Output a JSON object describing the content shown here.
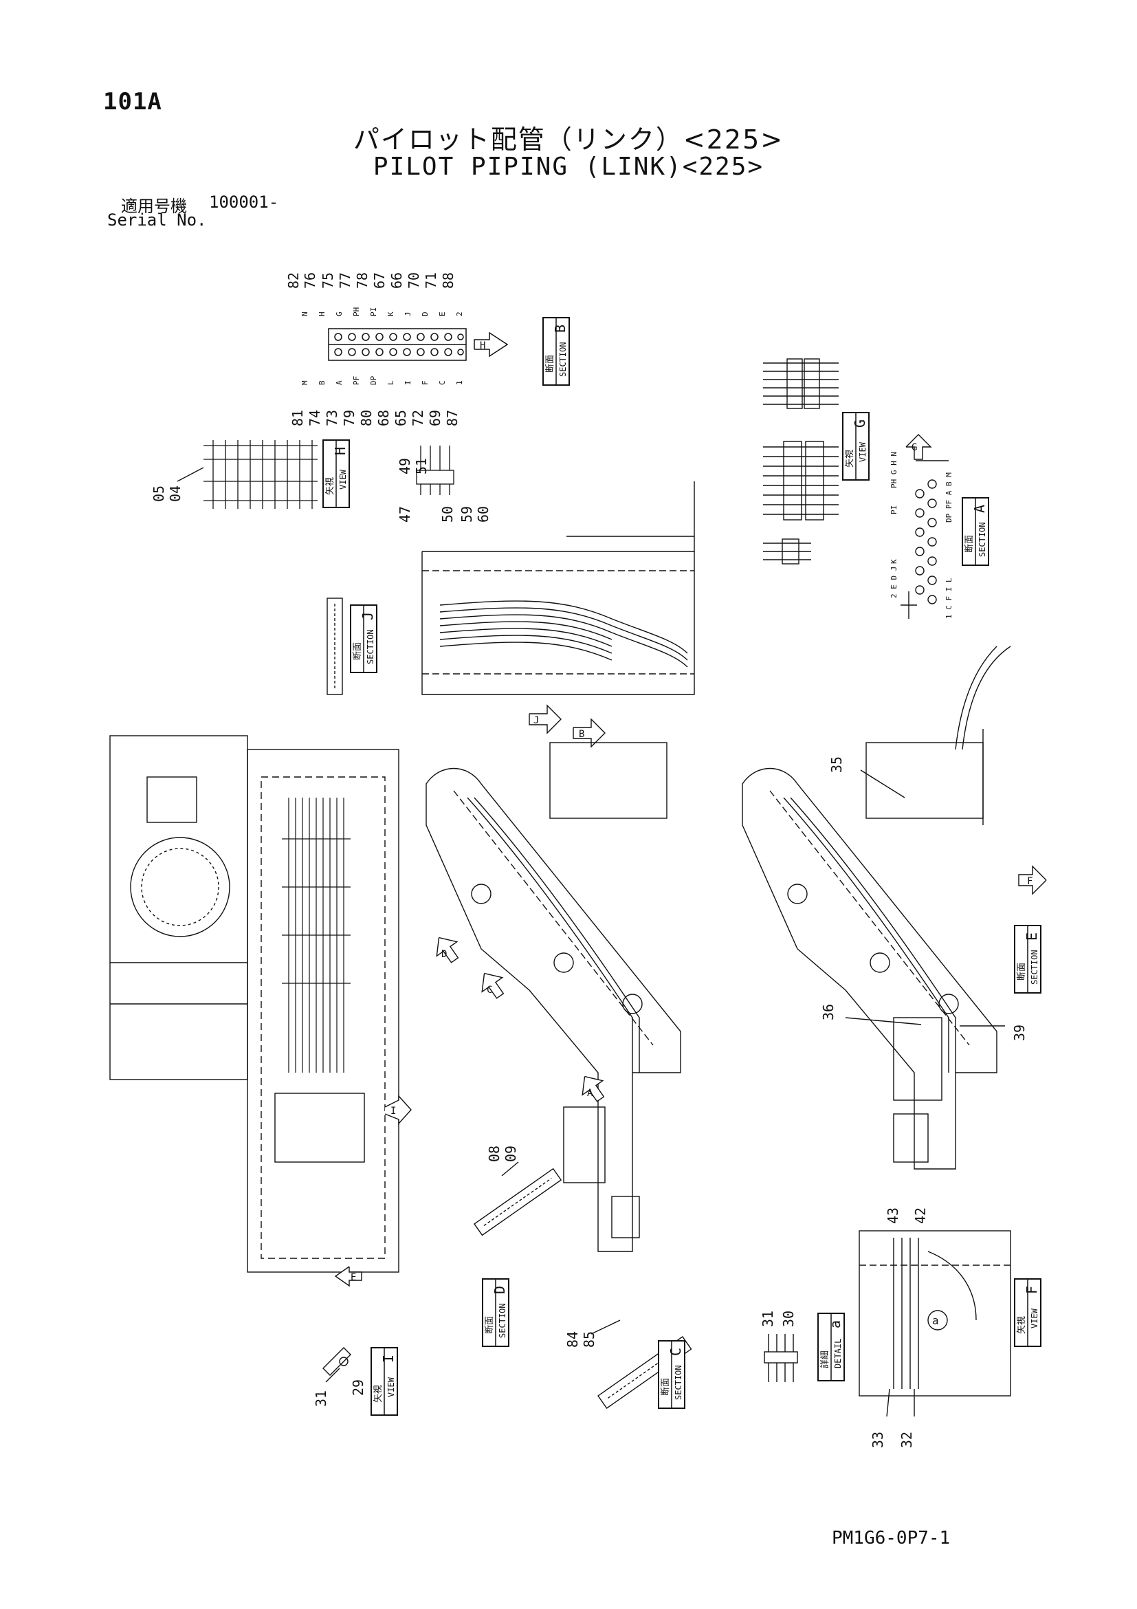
{
  "page_id": "101A",
  "title_jp": "パイロット配管（リンク）<225>",
  "title_en": "PILOT PIPING (LINK)<225>",
  "serial": {
    "label_jp": "適用号機",
    "value": "100001-",
    "label_en": "Serial No."
  },
  "footer_code": "PM1G6-0P7-1",
  "section_b_top_numbers": [
    "82",
    "76",
    "75",
    "77",
    "78",
    "67",
    "66",
    "70",
    "71",
    "88"
  ],
  "section_b_top_letters": [
    "N",
    "H",
    "G",
    "PH",
    "PI",
    "K",
    "J",
    "D",
    "E",
    "2"
  ],
  "section_b_bottom_numbers": [
    "81",
    "74",
    "73",
    "79",
    "80",
    "68",
    "65",
    "72",
    "69",
    "87"
  ],
  "section_b_bottom_letters": [
    "M",
    "B",
    "A",
    "PF",
    "DP",
    "L",
    "I",
    "F",
    "C",
    "1"
  ],
  "section_a_letters": [
    "2 E D J",
    "K",
    "PI",
    "PH G H N",
    "1 C F I L",
    "DP PF A B M"
  ],
  "boxes": {
    "section_b": {
      "jp": "断面",
      "en": "SECTION",
      "letter": "B"
    },
    "view_g": {
      "jp": "矢視",
      "en": "VIEW",
      "letter": "G"
    },
    "section_a": {
      "jp": "断面",
      "en": "SECTION",
      "letter": "A"
    },
    "view_h": {
      "jp": "矢視",
      "en": "VIEW",
      "letter": "H"
    },
    "section_j": {
      "jp": "断面",
      "en": "SECTION",
      "letter": "J"
    },
    "section_e": {
      "jp": "断面",
      "en": "SECTION",
      "letter": "E"
    },
    "section_d": {
      "jp": "断面",
      "en": "SECTION",
      "letter": "D"
    },
    "section_c": {
      "jp": "断面",
      "en": "SECTION",
      "letter": "C"
    },
    "view_i": {
      "jp": "矢視",
      "en": "VIEW",
      "letter": "I"
    },
    "detail_a": {
      "jp": "詳細",
      "en": "DETAIL",
      "letter": "a"
    },
    "view_f": {
      "jp": "矢視",
      "en": "VIEW",
      "letter": "F"
    }
  },
  "view_h_labels": {
    "a": "05",
    "b": "04"
  },
  "view_h_small": {
    "a": "49",
    "b": "51",
    "c": "47",
    "d": "50",
    "e": "59",
    "f": "60"
  },
  "main_callouts": {
    "c35": "35",
    "c36": "36",
    "c39": "39"
  },
  "section_d_labels": {
    "a": "08",
    "b": "09"
  },
  "section_c_labels": {
    "a": "84",
    "b": "85"
  },
  "view_i_labels": {
    "a": "31",
    "b": "29"
  },
  "detail_a_labels": {
    "a": "31",
    "b": "30",
    "circ": "a"
  },
  "view_f_labels": {
    "a": "43",
    "b": "42",
    "c": "33",
    "d": "32",
    "circ": "a"
  },
  "arrow_letters": {
    "h": "H",
    "g": "G",
    "j": "J",
    "b": "B",
    "d": "D",
    "c": "C",
    "a": "A",
    "i": "I",
    "e": "E",
    "f": "F"
  }
}
